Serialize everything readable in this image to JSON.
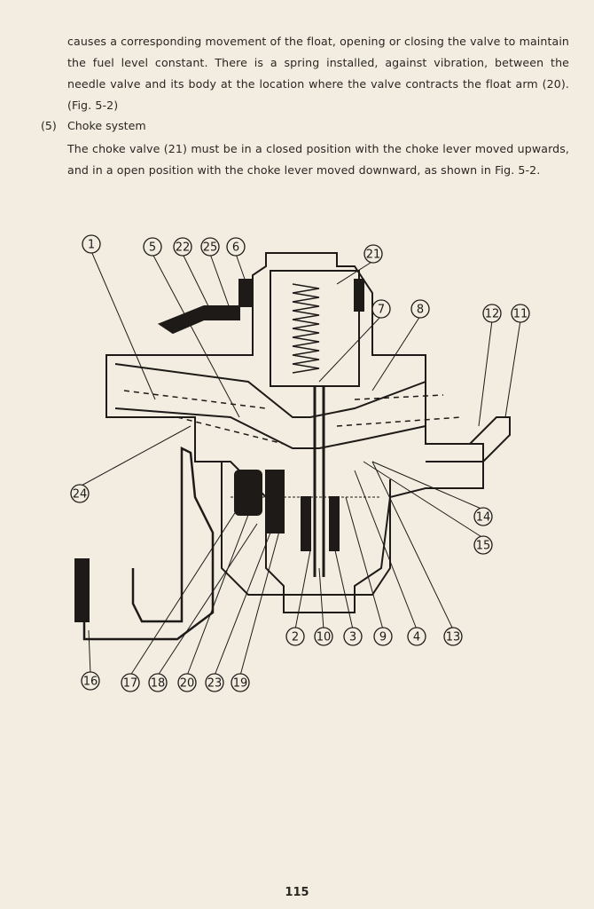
{
  "body": {
    "paragraph_1": "causes a corresponding movement of the float, opening or closing the valve to maintain the fuel level constant.  There is a spring installed, against vibration, between the needle valve and its body at the location where the valve contracts the float arm (20).  (Fig. 5-2)",
    "section_number": "(5)",
    "section_title": "Choke system",
    "paragraph_2": "The choke valve (21) must be in a closed position with the choke lever moved upwards, and in a open position with the choke lever moved downward, as shown in Fig. 5-2."
  },
  "figure": {
    "callouts": [
      "1",
      "5",
      "22",
      "25",
      "6",
      "21",
      "7",
      "8",
      "12",
      "11",
      "24",
      "14",
      "15",
      "2",
      "10",
      "3",
      "9",
      "4",
      "13",
      "16",
      "17",
      "18",
      "20",
      "23",
      "19"
    ]
  },
  "footer": {
    "page_number": "115"
  }
}
